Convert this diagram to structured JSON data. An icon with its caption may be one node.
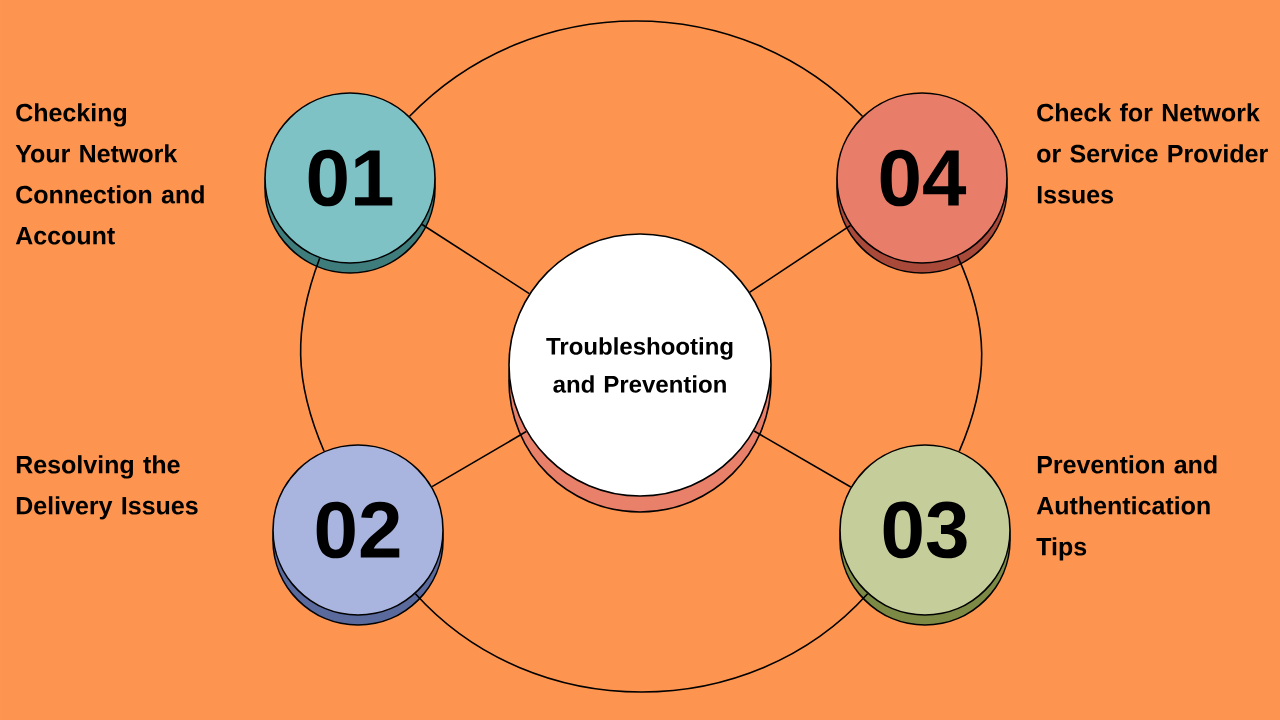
{
  "diagram": {
    "nodes": [
      {
        "text": [
          "01"
        ],
        "beside": [
          "Checking Your Network Connection and Account"
        ]
      },
      {
        "text": [
          "04"
        ],
        "beside": [
          "Check for Network or Service Provider Issues"
        ]
      },
      {
        "text": [
          "Troubleshooting and Prevention"
        ]
      },
      {
        "text": [
          "02"
        ],
        "beside": [
          "Resolving the Delivery Issues"
        ]
      },
      {
        "text": [
          "03"
        ],
        "beside": [
          "Prevention and Authentication Tips"
        ]
      }
    ],
    "edges": [
      {
        "from": 2,
        "to": 0,
        "arrow": "none"
      },
      {
        "from": 2,
        "to": 1,
        "arrow": "none"
      },
      {
        "from": 2,
        "to": 3,
        "arrow": "none"
      },
      {
        "from": 2,
        "to": 4,
        "arrow": "none"
      },
      {
        "from": 0,
        "to": 1,
        "arrow": "none"
      },
      {
        "from": 1,
        "to": 4,
        "arrow": "none"
      },
      {
        "from": 4,
        "to": 3,
        "arrow": "none"
      },
      {
        "from": 3,
        "to": 0,
        "arrow": "none"
      }
    ]
  }
}
